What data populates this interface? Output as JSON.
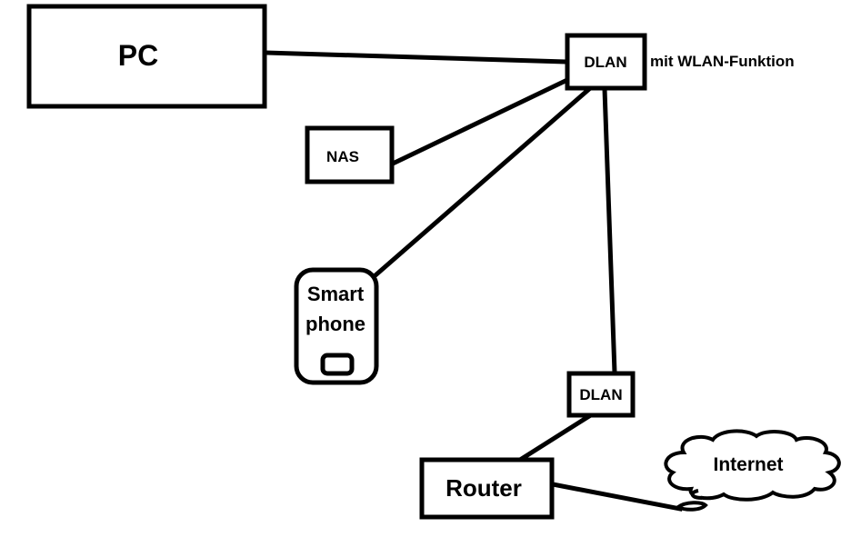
{
  "diagram": {
    "type": "network-topology",
    "colors": {
      "stroke": "#000000",
      "fill": "#ffffff",
      "text": "#000000"
    },
    "nodes": [
      {
        "id": "pc",
        "label": "PC",
        "shape": "rectangle"
      },
      {
        "id": "dlan_top",
        "label": "DLAN",
        "shape": "rectangle",
        "annotation": "mit WLAN-Funktion"
      },
      {
        "id": "nas",
        "label": "NAS",
        "shape": "rectangle"
      },
      {
        "id": "smartphone",
        "label_lines": [
          "Smart",
          "phone"
        ],
        "shape": "phone"
      },
      {
        "id": "dlan_bottom",
        "label": "DLAN",
        "shape": "rectangle"
      },
      {
        "id": "router",
        "label": "Router",
        "shape": "rectangle"
      },
      {
        "id": "internet",
        "label": "Internet",
        "shape": "cloud"
      }
    ],
    "edges": [
      {
        "from": "pc",
        "to": "dlan_top"
      },
      {
        "from": "nas",
        "to": "dlan_top"
      },
      {
        "from": "smartphone",
        "to": "dlan_top"
      },
      {
        "from": "dlan_top",
        "to": "dlan_bottom"
      },
      {
        "from": "dlan_bottom",
        "to": "router"
      },
      {
        "from": "router",
        "to": "internet"
      }
    ]
  }
}
